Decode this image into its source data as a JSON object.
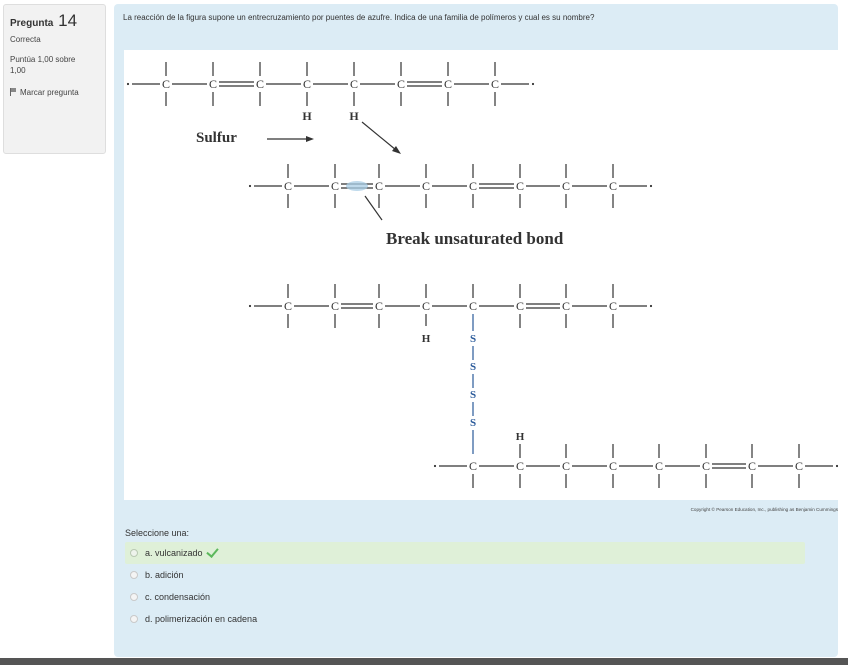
{
  "info": {
    "question_label": "Pregunta",
    "question_number": "14",
    "state": "Correcta",
    "grade": "Puntúa 1,00 sobre 1,00",
    "flag_label": "Marcar pregunta"
  },
  "question": {
    "text": "La reacción de la figura supone un entrecruzamiento por puentes de azufre. Indica de una familia de polímeros y cual es su nombre?",
    "figure_labels": {
      "sulfur": "Sulfur",
      "break": "Break unsaturated bond",
      "atom_c": "C",
      "atom_h": "H",
      "atom_s": "S"
    },
    "credit": "Copyright © Pearson Education, Inc., publishing as Benjamin Cummings"
  },
  "prompt": "Seleccione una:",
  "answers": [
    {
      "label": "a. vulcanizado",
      "correct": true
    },
    {
      "label": "b. adición",
      "correct": false
    },
    {
      "label": "c. condensación",
      "correct": false
    },
    {
      "label": "d. polimerización en cadena",
      "correct": false
    }
  ],
  "colors": {
    "formulation_bg": "#dcecf5",
    "correct_bg": "#dff0d8",
    "check": "#5cb85c",
    "sulfur_blue": "#2a5a9a"
  }
}
